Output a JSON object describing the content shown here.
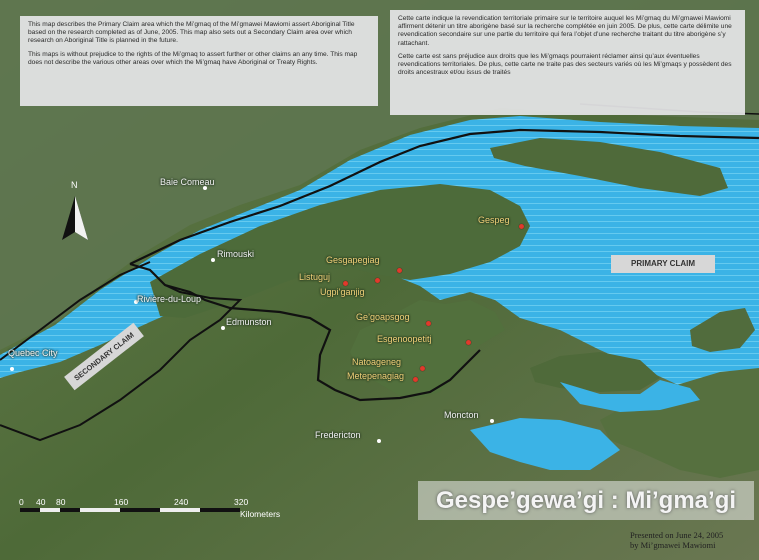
{
  "notes": {
    "english": [
      "This map describes the Primary Claim area which the Mi’gmaq of the Mi’gmawei Mawiomi assert Aboriginal Title based on the research completed as of June, 2005. This map also sets out a Secondary Claim area over which research on Aboriginal Title is planned in the future.",
      "This maps is without prejudice to the rights of the Mi’gmaq to assert further or other claims an any time. This map does not describe the various other areas over which the Mi’gmaq have Aboriginal or Treaty Rights."
    ],
    "french": [
      "Cette carte indique la revendication territoriale primaire sur le territoire auquel les Mi’gmaq du Mi’gmawei Mawiomi affirment détenir un titre aborigène basé sur la recherche complétée en juin 2005. De plus, cette carte délimite une revendication secondaire sur une partie du territoire qui fera l’objet d’une recherche traitant du titre aborigène s’y rattachant.",
      "Cette carte est sans préjudice aux droits que les Mi’gmaqs pourraient réclamer ainsi qu’aux éventuelles revendications territoriales. De plus, cette carte ne traite pas des secteurs variés où les Mi’gmaqs y possèdent des droits ancestraux et/ou issus de traités"
    ]
  },
  "claims": {
    "primary": "PRIMARY CLAIM",
    "secondary": "SECONDARY CLAIM"
  },
  "cities": {
    "baie_comeau": "Baie Comeau",
    "rimouski": "Rimouski",
    "riviere_du_loup": "Rivière-du-Loup",
    "edmunston": "Edmunston",
    "quebec_city": "Quebec City",
    "moncton": "Moncton",
    "fredericton": "Fredericton"
  },
  "communities": {
    "gespeg": "Gespeg",
    "gesgapegiag": "Gesgapegiag",
    "listuguj": "Listuguj",
    "ugpi_ganjig": "Ugpi’ganjig",
    "gegoapsgog": "Ge’goapsgog",
    "esgenoopetitj": "Esgenoopetitj",
    "natoageneg": "Natoageneg",
    "metepenagiag": "Metepenagiag"
  },
  "north_label": "N",
  "scale": {
    "ticks": [
      "0",
      "40",
      "80",
      "160",
      "240",
      "320"
    ],
    "unit": "Kilometers"
  },
  "title": "Gespe’gewa’gi : Mi’gma’gi",
  "presented": {
    "line1": "Presented on June 24, 2005",
    "line2": "by Mi’gmawei Mawiomi"
  },
  "colors": {
    "water": "#3bb3e6",
    "land": "#4f6a3a",
    "claim_border": "#111111",
    "community_dot": "#e03a2c",
    "community_label": "#f1d27a"
  }
}
